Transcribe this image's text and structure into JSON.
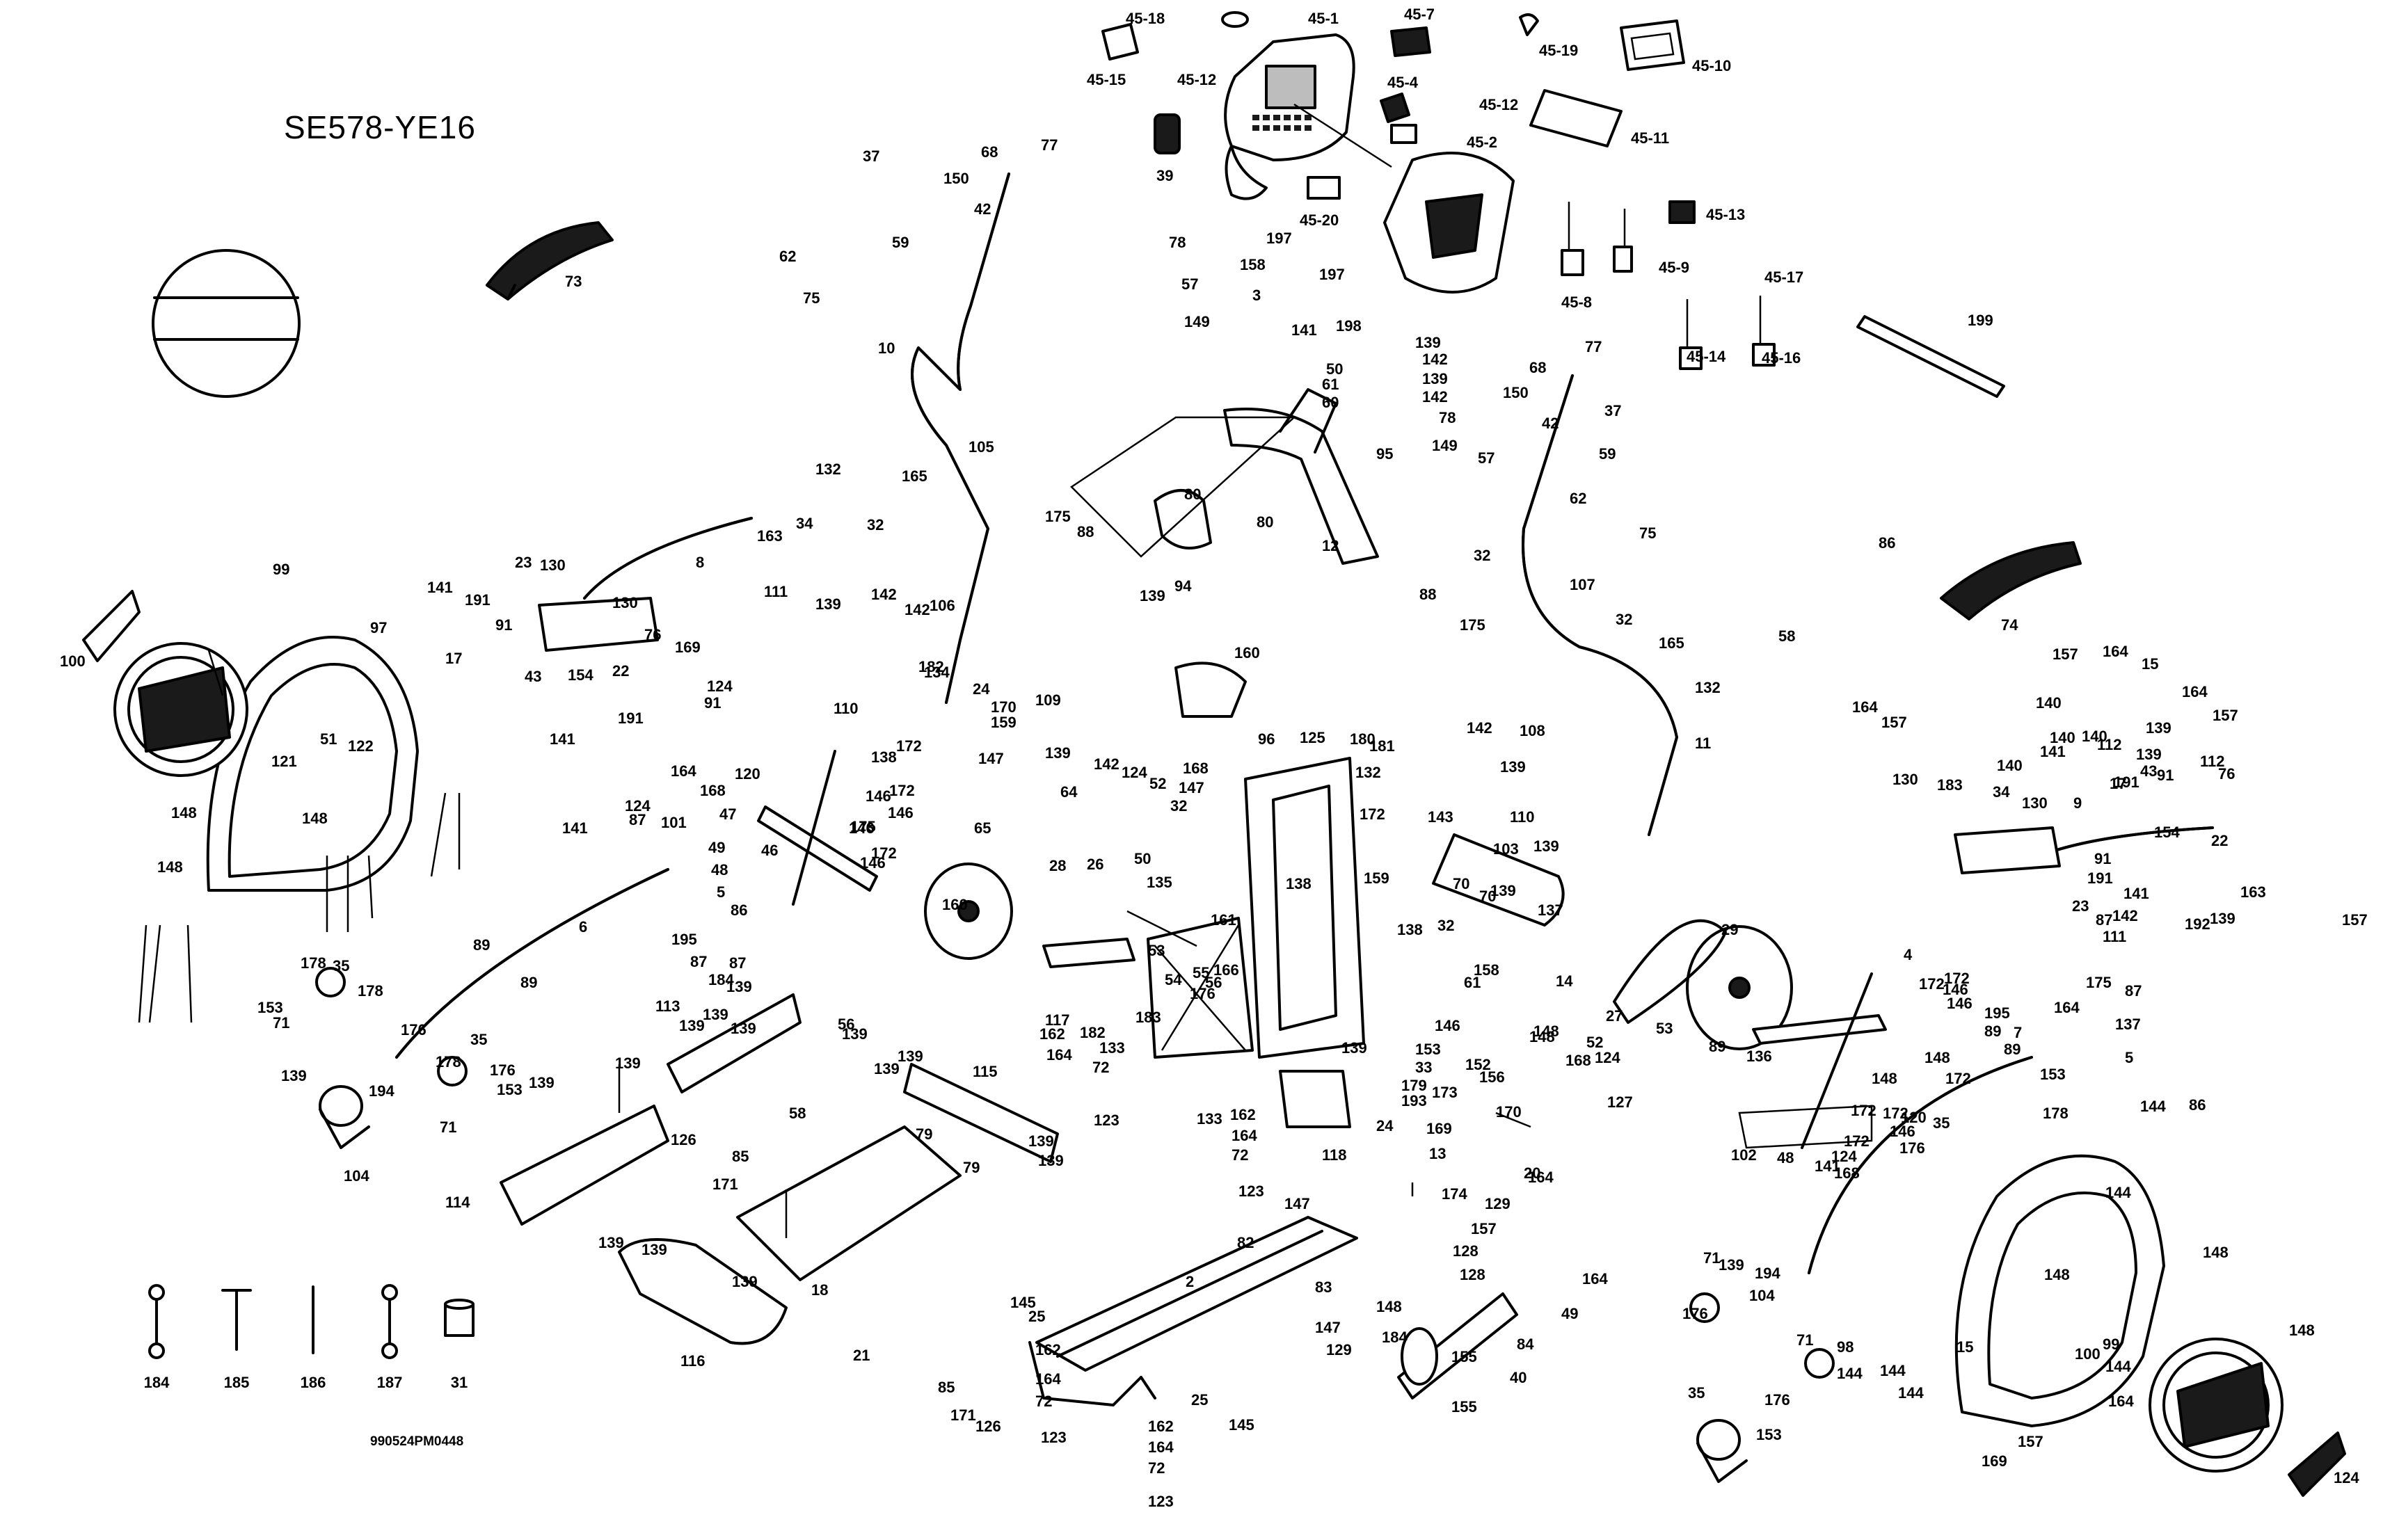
{
  "title": "SE578-YE16",
  "doc_code": "990524PM0448",
  "tools": [
    {
      "label": "184",
      "icon": "open-wrench-icon"
    },
    {
      "label": "185",
      "icon": "t-handle-wrench-icon"
    },
    {
      "label": "186",
      "icon": "screwdriver-icon"
    },
    {
      "label": "187",
      "icon": "double-wrench-icon"
    },
    {
      "label": "31",
      "icon": "socket-icon"
    }
  ],
  "callouts": [
    "45-18",
    "45-1",
    "45-7",
    "45-19",
    "45-15",
    "45-12",
    "45-4",
    "45-12",
    "45-10",
    "45-11",
    "39",
    "45-2",
    "45-20",
    "45-13",
    "45-9",
    "45-17",
    "45-8",
    "45-14",
    "45-16",
    "199",
    "37",
    "68",
    "77",
    "150",
    "42",
    "59",
    "10",
    "62",
    "75",
    "73",
    "78",
    "57",
    "149",
    "197",
    "158",
    "197",
    "3",
    "141",
    "198",
    "139",
    "142",
    "139",
    "142",
    "50",
    "61",
    "60",
    "95",
    "78",
    "149",
    "57",
    "68",
    "77",
    "150",
    "42",
    "37",
    "59",
    "62",
    "75",
    "86",
    "58",
    "74",
    "157",
    "164",
    "15",
    "164",
    "157",
    "140",
    "140",
    "139",
    "112",
    "132",
    "165",
    "32",
    "105",
    "175",
    "88",
    "80",
    "80",
    "12",
    "94",
    "139",
    "32",
    "88",
    "175",
    "107",
    "32",
    "165",
    "132",
    "11",
    "8",
    "34",
    "163",
    "111",
    "139",
    "142",
    "106",
    "142",
    "142",
    "108",
    "139",
    "110",
    "99",
    "97",
    "100",
    "141",
    "23",
    "130",
    "191",
    "91",
    "130",
    "76",
    "169",
    "124",
    "17",
    "43",
    "154",
    "22",
    "91",
    "191",
    "141",
    "182",
    "121",
    "51",
    "122",
    "148",
    "148",
    "148",
    "110",
    "134",
    "24",
    "170",
    "159",
    "109",
    "142",
    "124",
    "168",
    "52",
    "147",
    "32",
    "139",
    "147",
    "64",
    "65",
    "26",
    "28",
    "160",
    "96",
    "125",
    "180",
    "181",
    "132",
    "172",
    "143",
    "139",
    "139",
    "103",
    "137",
    "164",
    "168",
    "124",
    "87",
    "101",
    "141",
    "47",
    "49",
    "48",
    "46",
    "138",
    "120",
    "172",
    "146",
    "172",
    "146",
    "175",
    "146",
    "172",
    "146",
    "160",
    "50",
    "135",
    "161",
    "166",
    "176",
    "54",
    "56",
    "55",
    "53",
    "138",
    "159",
    "70",
    "70",
    "138",
    "32",
    "61",
    "158",
    "14",
    "146",
    "148",
    "52",
    "53",
    "148",
    "5",
    "86",
    "195",
    "89",
    "89",
    "6",
    "184",
    "87",
    "87",
    "178",
    "35",
    "178",
    "153",
    "71",
    "176",
    "35",
    "178",
    "176",
    "153",
    "71",
    "139",
    "194",
    "104",
    "114",
    "139",
    "139",
    "113",
    "139",
    "139",
    "139",
    "139",
    "56",
    "139",
    "115",
    "79",
    "79",
    "139",
    "139",
    "58",
    "139",
    "139",
    "126",
    "85",
    "171",
    "139",
    "139",
    "139",
    "18",
    "116",
    "21",
    "85",
    "171",
    "126",
    "145",
    "25",
    "2",
    "82",
    "147",
    "83",
    "147",
    "129",
    "184",
    "155",
    "40",
    "84",
    "148",
    "155",
    "49",
    "164",
    "128",
    "157",
    "20",
    "164",
    "128",
    "129",
    "174",
    "13",
    "169",
    "24",
    "193",
    "179",
    "33",
    "153",
    "173",
    "170",
    "156",
    "152",
    "168",
    "124",
    "127",
    "118",
    "139",
    "117",
    "162",
    "164",
    "72",
    "123",
    "183",
    "133",
    "162",
    "164",
    "72",
    "123",
    "182",
    "133",
    "162",
    "164",
    "72",
    "123",
    "25",
    "145",
    "162",
    "164",
    "72",
    "123",
    "27",
    "29",
    "89",
    "4",
    "172",
    "146",
    "148",
    "172",
    "146",
    "172",
    "136",
    "120",
    "148",
    "172",
    "146",
    "172",
    "172",
    "48",
    "168",
    "124",
    "102",
    "141",
    "137",
    "5",
    "86",
    "87",
    "175",
    "164",
    "195",
    "7",
    "89",
    "89",
    "153",
    "176",
    "35",
    "178",
    "71",
    "139",
    "194",
    "104",
    "176",
    "35",
    "176",
    "153",
    "71",
    "98",
    "144",
    "144",
    "144",
    "144",
    "144",
    "148",
    "148",
    "99",
    "100",
    "144",
    "148",
    "124",
    "169",
    "157",
    "164",
    "15",
    "164",
    "157",
    "140",
    "140",
    "139",
    "112",
    "141",
    "191",
    "91",
    "76",
    "130",
    "183",
    "34",
    "130",
    "9",
    "17",
    "43",
    "154",
    "22",
    "91",
    "191",
    "141",
    "23",
    "142",
    "111",
    "139",
    "192",
    "87",
    "157",
    "163"
  ],
  "sections": {
    "console": "console-assembly",
    "left_arm": "left-handle-assembly",
    "right_arm": "right-handle-assembly",
    "frame": "main-frame",
    "left_drive": "left-drive-assembly",
    "right_drive": "right-drive-assembly",
    "covers": "side-covers"
  }
}
